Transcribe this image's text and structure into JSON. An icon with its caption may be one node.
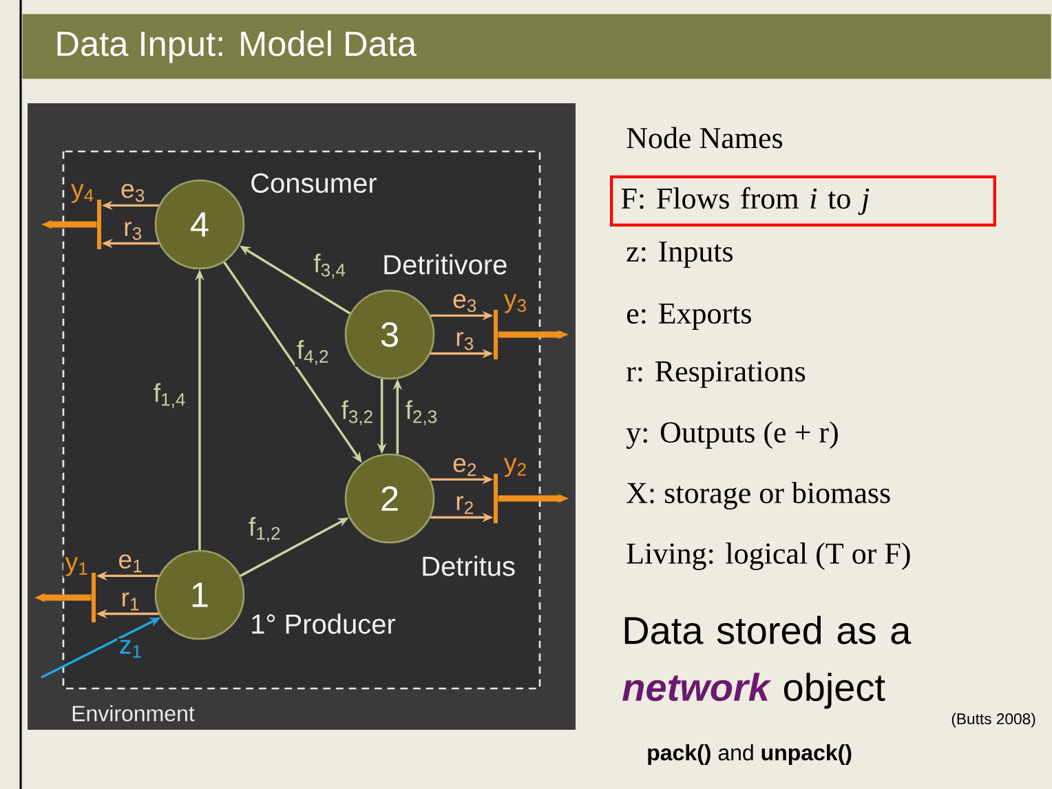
{
  "diagram": {
    "title": "Data Input: Model Data",
    "nodes": [
      {
        "text": [
          "4"
        ],
        "beside": [
          "Consumer"
        ]
      },
      {
        "text": [
          "3"
        ],
        "beside": [
          "Detritivore"
        ]
      },
      {
        "text": [
          "2"
        ],
        "beside": [
          "Detritus"
        ]
      },
      {
        "text": [
          "1"
        ],
        "beside": [
          "1° Producer"
        ]
      },
      {
        "text": [],
        "shape": "bar"
      },
      {
        "text": [],
        "shape": "bar"
      },
      {
        "text": [],
        "shape": "bar"
      },
      {
        "text": [],
        "shape": "bar"
      },
      {
        "text": [
          "F:  Flows from *i* to *j*"
        ]
      }
    ],
    "edges": [
      {
        "from": 3,
        "to": 0,
        "arrow": "to",
        "label": "f$_{1,4}$",
        "color": "#c9d3a0"
      },
      {
        "from": 0,
        "to": 2,
        "arrow": "to",
        "label": "f$_{4,2}$",
        "color": "#c9d3a0"
      },
      {
        "from": 1,
        "to": 0,
        "arrow": "to",
        "label": "f$_{3,4}$",
        "color": "#c9d3a0"
      },
      {
        "from": 1,
        "to": 2,
        "arrow": "to",
        "label": "f$_{3,2}$",
        "color": "#c9d3a0"
      },
      {
        "from": 2,
        "to": 1,
        "arrow": "to",
        "label": "f$_{2,3}$",
        "color": "#c9d3a0"
      },
      {
        "from": 3,
        "to": 2,
        "arrow": "to",
        "label": "f$_{1,2}$",
        "color": "#c9d3a0"
      },
      {
        "from": 0,
        "to": 4,
        "arrow": "to",
        "label": "e$_{3}$"
      },
      {
        "from": 0,
        "to": 4,
        "arrow": "to",
        "label": "r$_{3}$"
      },
      {
        "from": 1,
        "to": 5,
        "arrow": "to",
        "label": "e$_{3}$"
      },
      {
        "from": 1,
        "to": 5,
        "arrow": "to",
        "label": "r$_{3}$"
      },
      {
        "from": 2,
        "to": 6,
        "arrow": "to",
        "label": "e$_{2}$"
      },
      {
        "from": 2,
        "to": 6,
        "arrow": "to",
        "label": "r$_{2}$"
      },
      {
        "from": 3,
        "to": 7,
        "arrow": "to",
        "label": "e$_{1}$"
      },
      {
        "from": 3,
        "to": 7,
        "arrow": "to",
        "label": "r$_{1}$"
      },
      {
        "from": 4,
        "to": null,
        "arrow": "to",
        "label": "y$_{4}$",
        "style": "thick",
        "color": "#f0901e"
      },
      {
        "from": 5,
        "to": null,
        "arrow": "to",
        "label": "y$_{3}$",
        "style": "thick",
        "color": "#f0901e"
      },
      {
        "from": 6,
        "to": null,
        "arrow": "to",
        "label": "y$_{2}$",
        "style": "thick",
        "color": "#f0901e"
      },
      {
        "from": 7,
        "to": null,
        "arrow": "to",
        "label": "y$_{1}$",
        "style": "thick",
        "color": "#f0901e"
      },
      {
        "from": null,
        "to": 3,
        "arrow": "to",
        "label": "z$_{1}$",
        "color": "#22a8e0"
      }
    ],
    "labels": [
      "Environment",
      "Node Names",
      "z: Inputs",
      "e: Exports",
      "r: Respirations",
      "y: Outputs (e + r)",
      "X: storage or biomass",
      "Living: logical (T or F)",
      "Data stored as a *network* object",
      "(Butts 2008)",
      "**pack()** and **unpack()**"
    ]
  }
}
